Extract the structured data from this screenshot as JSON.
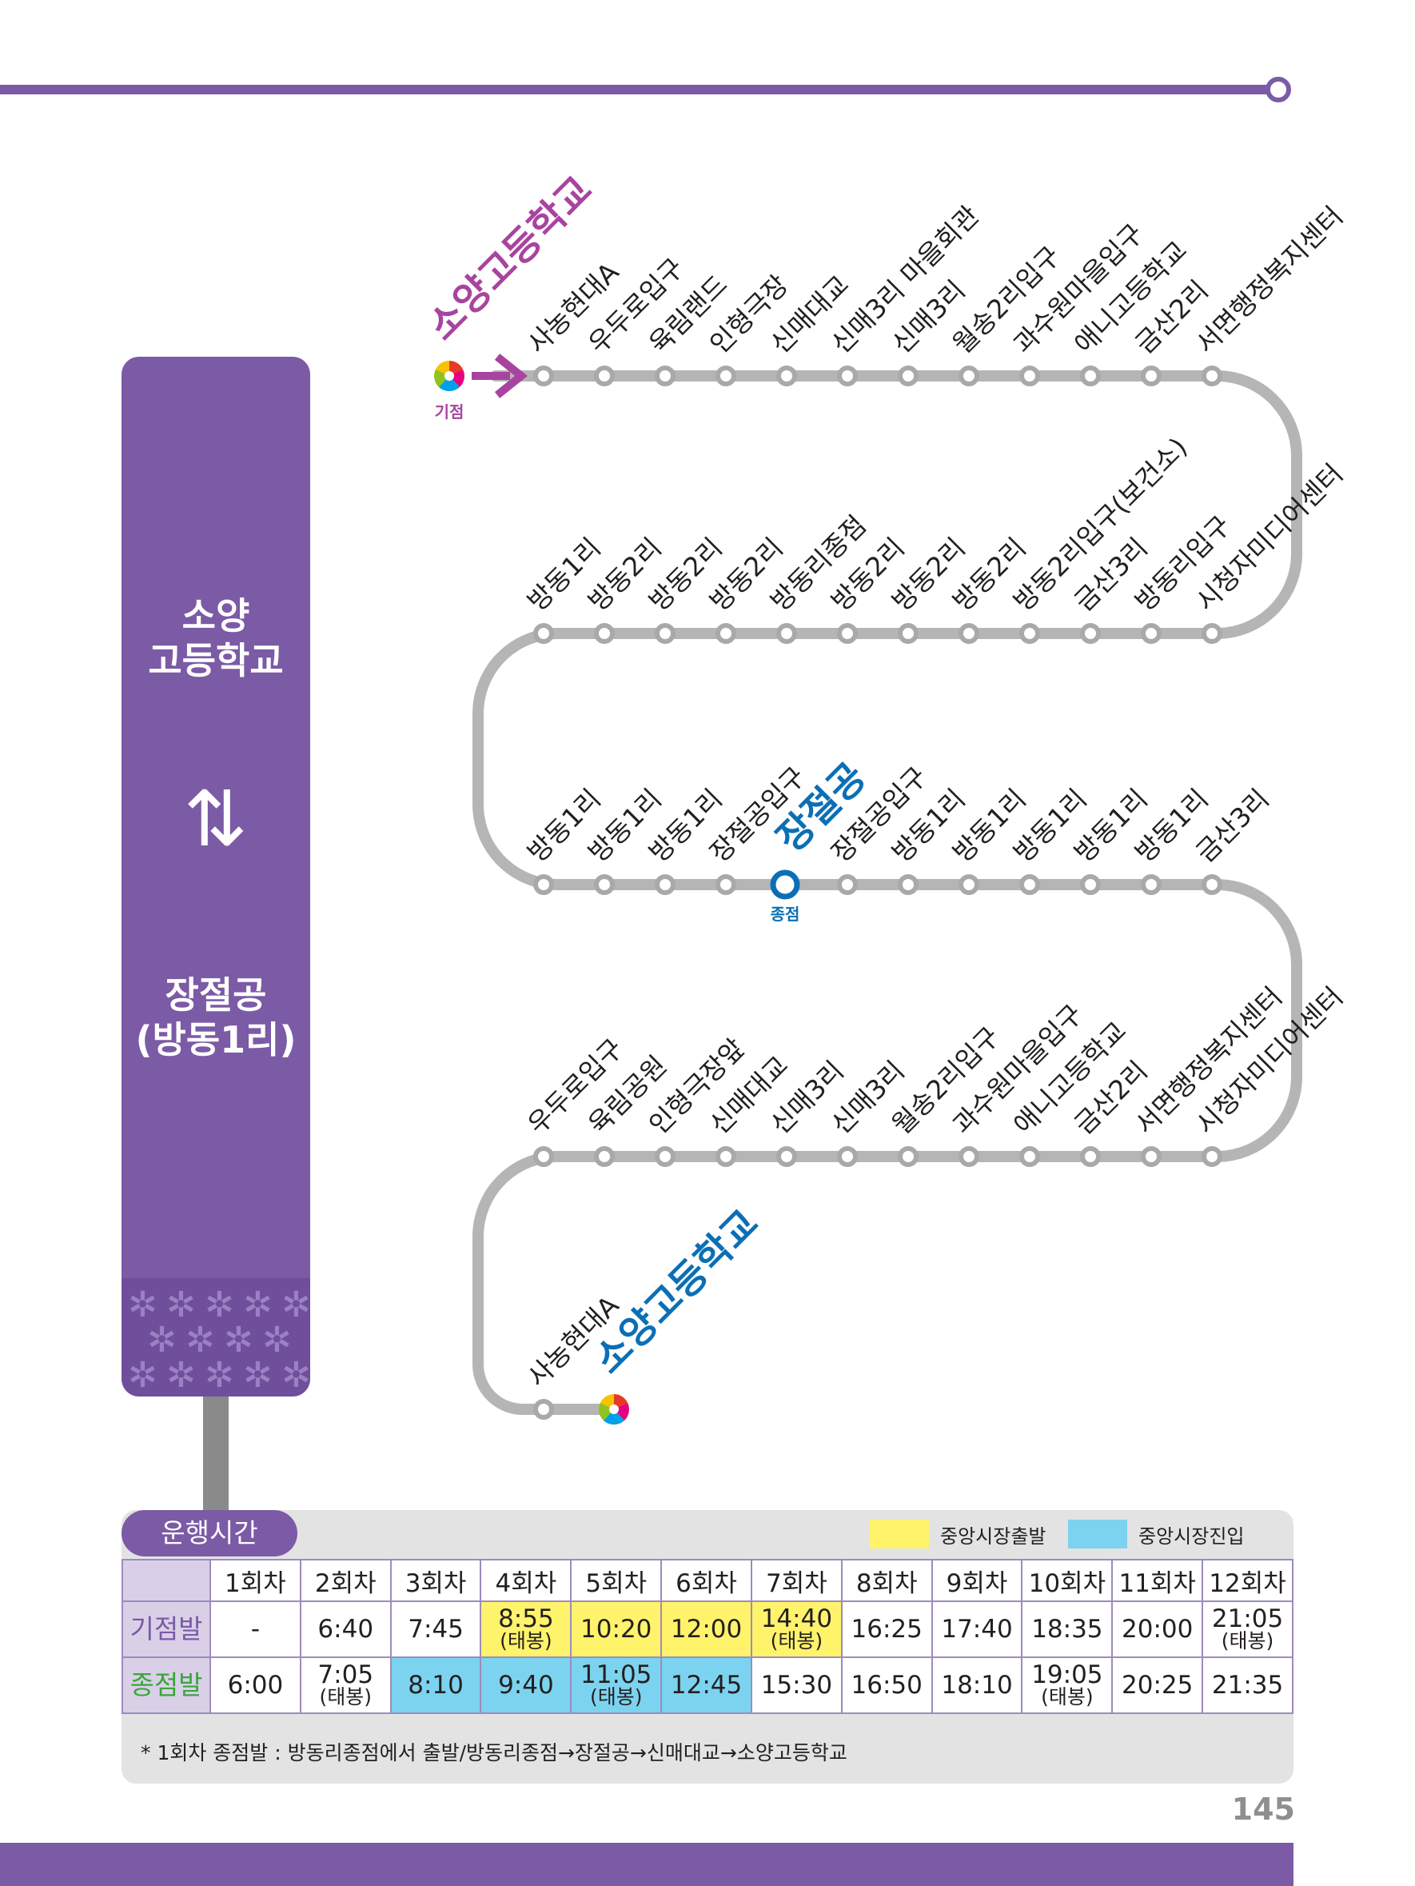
{
  "colors": {
    "purple": "#7b5aa6",
    "route_gray": "#b5b5b5",
    "end_blue": "#0b6fb5",
    "start_label": "#a8449f",
    "yellow": "#fff36b",
    "blue": "#7cd3ef",
    "start_row": "#7b5aa6",
    "end_row": "#3aa63a"
  },
  "route_card": {
    "from_line1": "소양",
    "from_line2": "고등학교",
    "arrows": "⇅",
    "to_line1": "장절공",
    "to_line2": "(방동1리)"
  },
  "map": {
    "start_name": "소양고등학교",
    "start_marker": "기점",
    "terminus_name": "장절공",
    "terminus_marker": "종점",
    "return_name": "소양고등학교",
    "row1": [
      "사농현대A",
      "우두로입구",
      "육림랜드",
      "인형극장",
      "신매대교",
      "신매3리 마을회관",
      "신매3리",
      "월송2리입구",
      "과수원마을입구",
      "애니고등학교",
      "금산2리",
      "서면행정복지센터"
    ],
    "row2": [
      "방동1리",
      "방동2리",
      "방동2리",
      "방동2리",
      "방동리종점",
      "방동2리",
      "방동2리",
      "방동2리",
      "방동2리입구(보건소)",
      "금산3리",
      "방동리입구",
      "시청자미디어센터"
    ],
    "row3": [
      "방동1리",
      "방동1리",
      "방동1리",
      "장절공입구",
      "",
      "장절공입구",
      "방동1리",
      "방동1리",
      "방동1리",
      "방동1리",
      "방동1리",
      "금산3리"
    ],
    "row4": [
      "우두로입구",
      "육림공원",
      "인형극장앞",
      "신매대교",
      "신매3리",
      "신매3리",
      "월송2리입구",
      "과수원마을입구",
      "애니고등학교",
      "금산2리",
      "서면행정복지센터",
      "시청자미디어센터"
    ],
    "row5": [
      "사농현대A"
    ]
  },
  "timetable": {
    "title": "운행시간",
    "legend": [
      {
        "label": "중앙시장출발",
        "color": "#fff36b"
      },
      {
        "label": "중앙시장진입",
        "color": "#7cd3ef"
      }
    ],
    "headers": [
      "1회차",
      "2회차",
      "3회차",
      "4회차",
      "5회차",
      "6회차",
      "7회차",
      "8회차",
      "9회차",
      "10회차",
      "11회차",
      "12회차"
    ],
    "rows": [
      {
        "label": "기점발",
        "cells": [
          {
            "time": "-",
            "note": "",
            "hl": ""
          },
          {
            "time": "6:40",
            "note": "",
            "hl": ""
          },
          {
            "time": "7:45",
            "note": "",
            "hl": ""
          },
          {
            "time": "8:55",
            "note": "(태봉)",
            "hl": "yellow"
          },
          {
            "time": "10:20",
            "note": "",
            "hl": "yellow"
          },
          {
            "time": "12:00",
            "note": "",
            "hl": "yellow"
          },
          {
            "time": "14:40",
            "note": "(태봉)",
            "hl": "yellow"
          },
          {
            "time": "16:25",
            "note": "",
            "hl": ""
          },
          {
            "time": "17:40",
            "note": "",
            "hl": ""
          },
          {
            "time": "18:35",
            "note": "",
            "hl": ""
          },
          {
            "time": "20:00",
            "note": "",
            "hl": ""
          },
          {
            "time": "21:05",
            "note": "(태봉)",
            "hl": ""
          }
        ]
      },
      {
        "label": "종점발",
        "cells": [
          {
            "time": "6:00",
            "note": "",
            "hl": ""
          },
          {
            "time": "7:05",
            "note": "(태봉)",
            "hl": ""
          },
          {
            "time": "8:10",
            "note": "",
            "hl": "blue"
          },
          {
            "time": "9:40",
            "note": "",
            "hl": "blue"
          },
          {
            "time": "11:05",
            "note": "(태봉)",
            "hl": "blue"
          },
          {
            "time": "12:45",
            "note": "",
            "hl": "blue"
          },
          {
            "time": "15:30",
            "note": "",
            "hl": ""
          },
          {
            "time": "16:50",
            "note": "",
            "hl": ""
          },
          {
            "time": "18:10",
            "note": "",
            "hl": ""
          },
          {
            "time": "19:05",
            "note": "(태봉)",
            "hl": ""
          },
          {
            "time": "20:25",
            "note": "",
            "hl": ""
          },
          {
            "time": "21:35",
            "note": "",
            "hl": ""
          }
        ]
      }
    ],
    "note": "* 1회차 종점발 : 방동리종점에서 출발/방동리종점→장절공→신매대교→소양고등학교"
  },
  "page_number": "145"
}
